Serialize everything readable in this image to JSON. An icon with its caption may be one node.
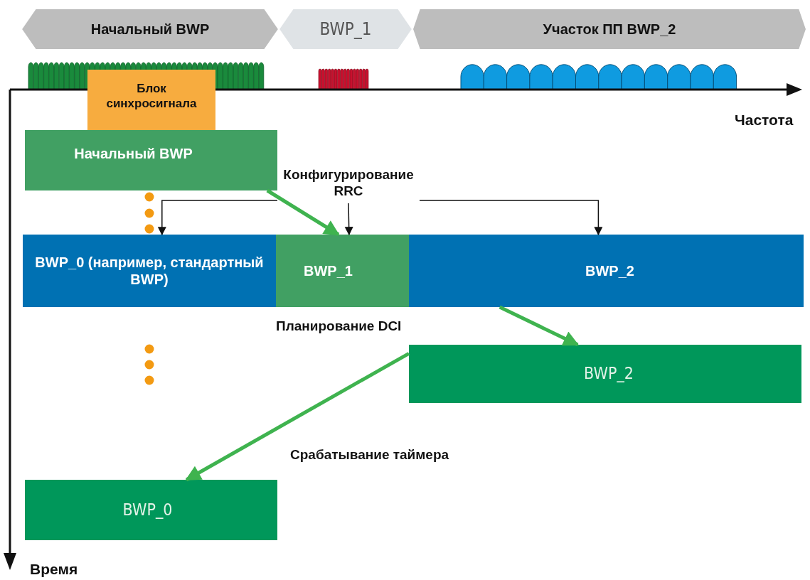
{
  "diagram": {
    "nodes": [
      {
        "text": [
          "Начальный BWP"
        ]
      },
      {
        "text": [
          "BWP_1"
        ]
      },
      {
        "text": [
          "Участок ПП BWP_2"
        ]
      },
      {
        "text": [
          "Блок синхросигнала"
        ]
      },
      {
        "text": [
          "Начальный BWP"
        ]
      },
      {
        "text": [
          "Конфигурирование RRC"
        ]
      },
      {
        "text": [
          "BWP_0 (например, стандартный BWP)"
        ]
      },
      {
        "text": [
          "BWP_1"
        ]
      },
      {
        "text": [
          "BWP_2"
        ]
      },
      {
        "text": [
          "BWP_2"
        ]
      },
      {
        "text": [
          "BWP_0"
        ]
      }
    ],
    "edges": [
      {
        "from": 4,
        "to": 7,
        "arrow": "to",
        "style": "thick",
        "color": "#3fb34f"
      },
      {
        "from": 5,
        "to": 6,
        "arrow": "to",
        "color": "#111111"
      },
      {
        "from": 5,
        "to": 7,
        "arrow": "to",
        "color": "#111111"
      },
      {
        "from": 5,
        "to": 8,
        "arrow": "to",
        "color": "#111111"
      },
      {
        "from": 8,
        "to": 9,
        "arrow": "to",
        "style": "thick",
        "color": "#3fb34f"
      },
      {
        "from": 9,
        "to": 10,
        "arrow": "to",
        "style": "thick",
        "color": "#3fb34f"
      }
    ],
    "labels": [
      "Частота",
      "Планирование DCI",
      "Срабатывание таймера",
      "Время"
    ]
  }
}
